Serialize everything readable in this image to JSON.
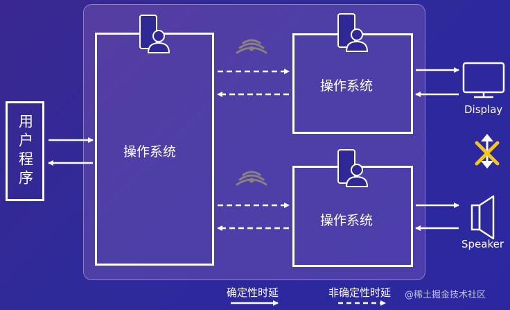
{
  "user_program": {
    "label": "用户程序"
  },
  "os_main": {
    "label": "操作系统"
  },
  "os_top": {
    "label": "操作系统"
  },
  "os_bottom": {
    "label": "操作系统"
  },
  "devices": {
    "display": "Display",
    "speaker": "Speaker"
  },
  "legend": {
    "deterministic": "确定性时延",
    "nondeterministic": "非确定性时延"
  },
  "watermark": "@稀土掘金技术社区",
  "icons": [
    "phone-user-icon",
    "wifi-icon",
    "monitor-icon",
    "speaker-icon",
    "blocked-sync-icon"
  ],
  "colors": {
    "background": "#2e2a9a",
    "line": "#ffffff",
    "accent_cross": "#f5c518",
    "wifi": "#8a8080"
  }
}
